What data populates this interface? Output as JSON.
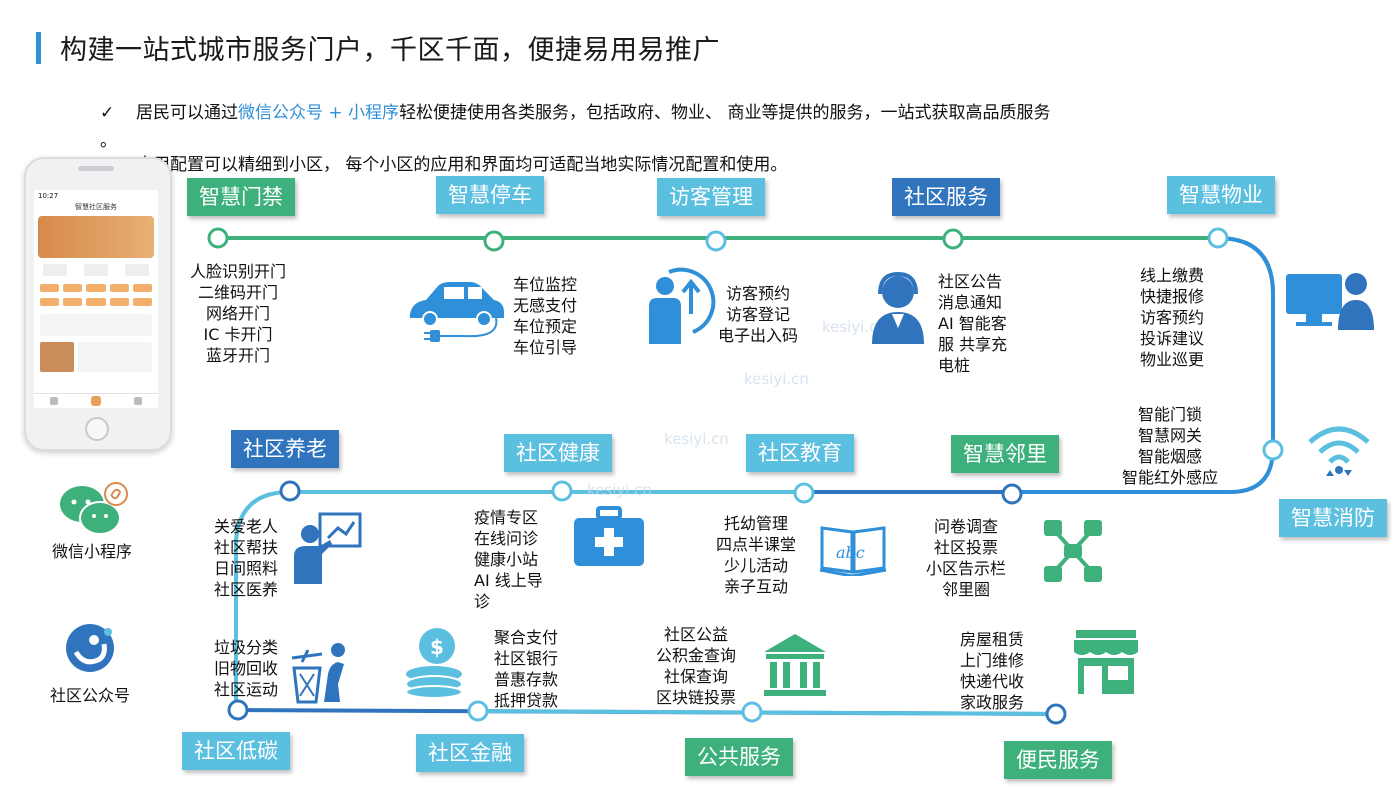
{
  "title": "构建一站式城市服务门户，千区千面，便捷易用易推广",
  "bullets": [
    {
      "check": "✓",
      "pre": "居民可以通过",
      "highlight": "微信公众号 + 小程序",
      "post": "轻松便捷使用各类服务，包括政府、物业、 商业等提供的服务，一站式获取高品质服务"
    },
    {
      "check": "。",
      "pre": "",
      "highlight": "",
      "post": ""
    },
    {
      "check": "✓",
      "pre": "应用配置可以精细到小区，  每个小区的应用和界面均可适配当地实际情况配置和使用。",
      "highlight": "",
      "post": ""
    }
  ],
  "colors": {
    "green": "#3db07b",
    "light_blue": "#5bbfe0",
    "dark_blue": "#2f74bd",
    "accent": "#2f8fd8"
  },
  "watermark": "kesiyi.cn",
  "phone": {
    "time": "10:27",
    "header": "智慧社区服务"
  },
  "side": {
    "mini_program": "微信小程序",
    "official_account": "社区公众号"
  },
  "stations": {
    "access": {
      "tag": "智慧门禁",
      "items": "人脸识别开门\n二维码开门\n网络开门\nIC 卡开门\n蓝牙开门"
    },
    "parking": {
      "tag": "智慧停车",
      "items": "车位监控\n无感支付\n车位预定\n车位引导"
    },
    "visitor": {
      "tag": "访客管理",
      "items": "访客预约\n访客登记\n电子出入码"
    },
    "community": {
      "tag": "社区服务",
      "items": "社区公告\n消息通知\nAI 智能客\n服 共享充\n电桩"
    },
    "property": {
      "tag": "智慧物业",
      "items": "线上缴费\n快捷报修\n访客预约\n投诉建议\n物业巡更"
    },
    "fire": {
      "tag": "智慧消防",
      "items": "智能门锁\n智慧网关\n智能烟感\n智能红外感应"
    },
    "neighbor": {
      "tag": "智慧邻里",
      "items": "问卷调查\n社区投票\n小区告示栏\n邻里圈"
    },
    "education": {
      "tag": "社区教育",
      "items": "托幼管理\n四点半课堂\n少儿活动\n亲子互动"
    },
    "health": {
      "tag": "社区健康",
      "items": "疫情专区\n在线问诊\n健康小站\nAI 线上导\n诊"
    },
    "elderly": {
      "tag": "社区养老",
      "items": "关爱老人\n社区帮扶\n日间照料\n社区医养"
    },
    "lowcarbon": {
      "tag": "社区低碳",
      "items": "垃圾分类\n旧物回收\n社区运动"
    },
    "finance": {
      "tag": "社区金融",
      "items": "聚合支付\n社区银行\n普惠存款\n抵押贷款"
    },
    "public": {
      "tag": "公共服务",
      "items": "社区公益\n公积金查询\n社保查询\n区块链投票"
    },
    "convenience": {
      "tag": "便民服务",
      "items": "房屋租赁\n上门维修\n快递代收\n家政服务"
    }
  }
}
